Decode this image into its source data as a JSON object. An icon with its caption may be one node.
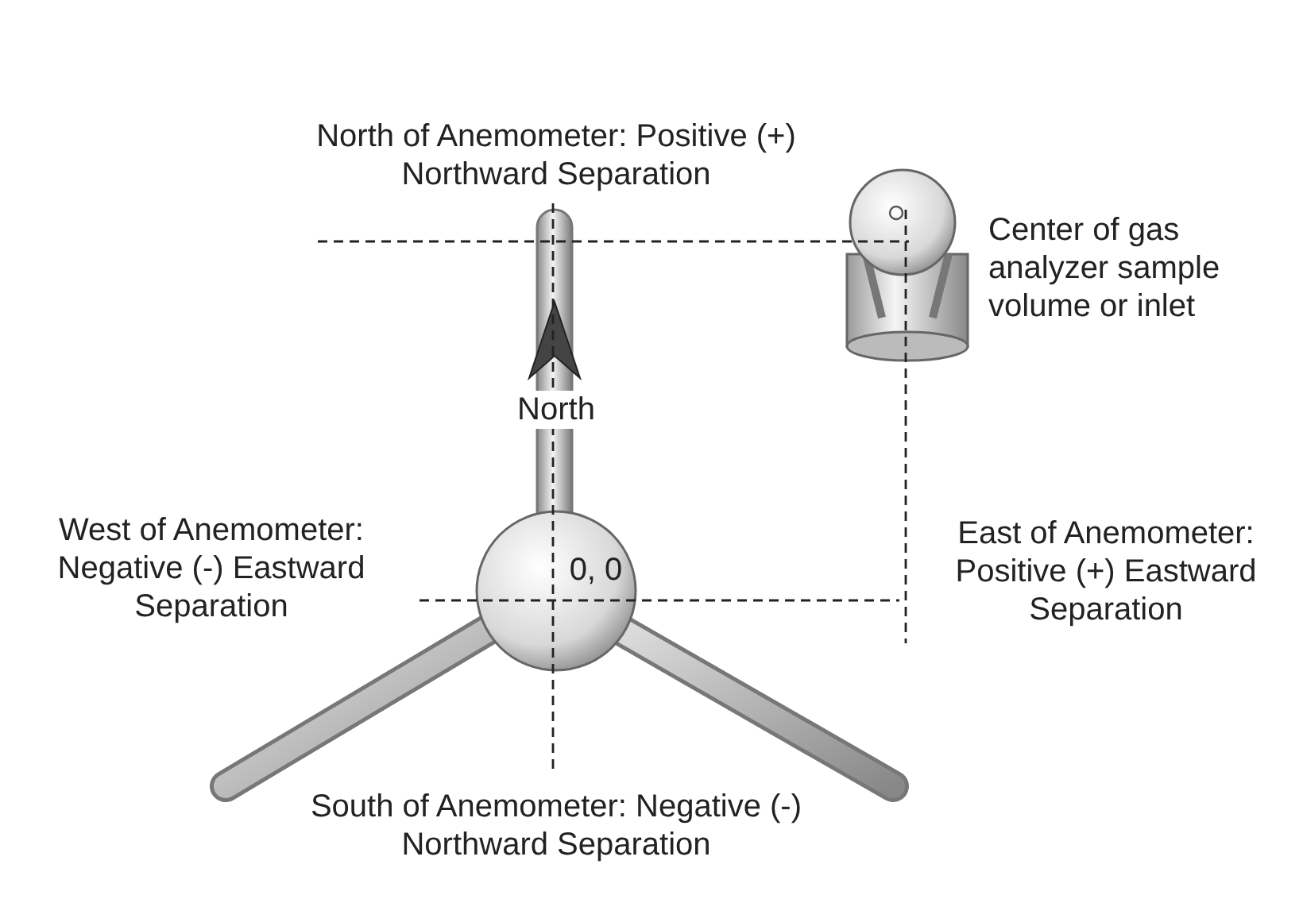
{
  "diagram": {
    "labels": [
      "North of Anemometer: Positive (+) Northward Separation",
      "Center of gas analyzer sample volume or inlet",
      "North",
      "West of Anemometer: Negative (-) Eastward Separation",
      "0, 0",
      "East of Anemometer: Positive (+) Eastward Separation",
      "South of Anemometer: Negative (-) Northward Separation"
    ]
  }
}
